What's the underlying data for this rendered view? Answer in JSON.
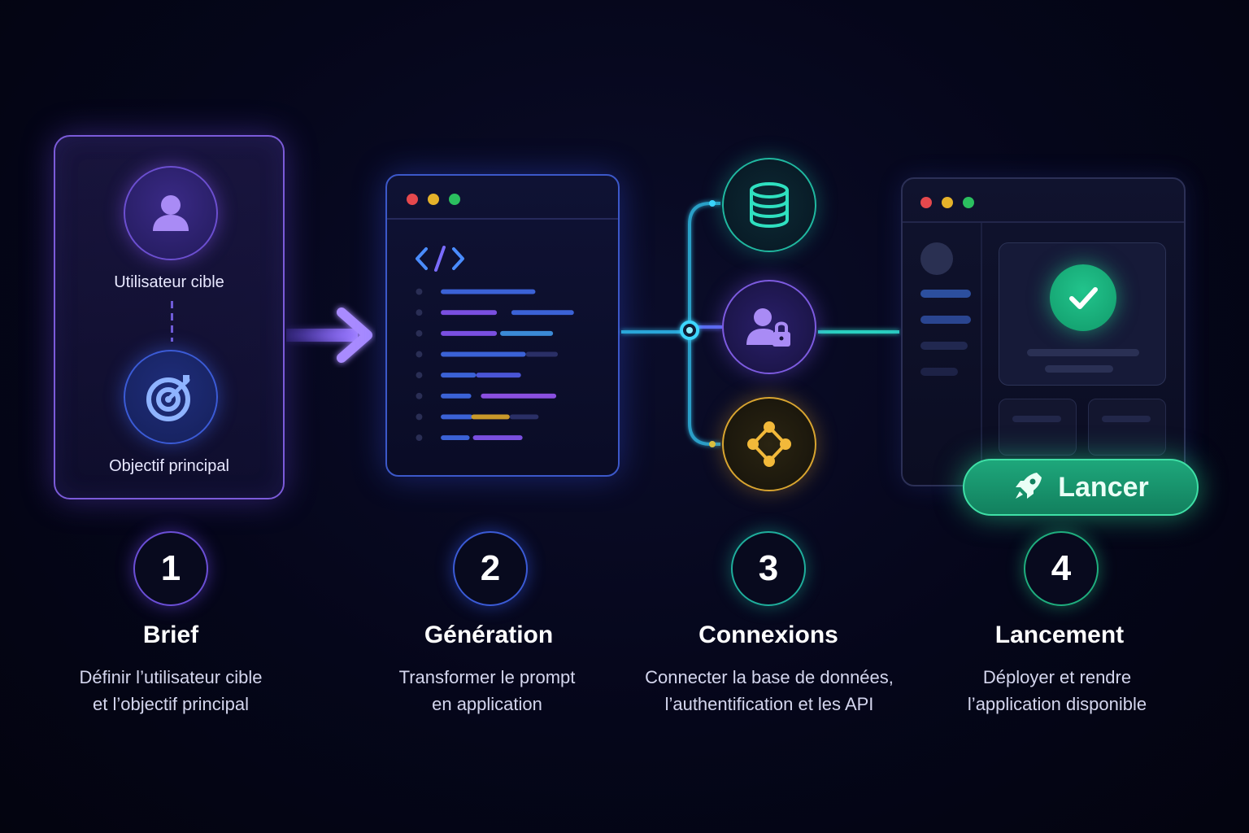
{
  "colors": {
    "purple": "#7b5bd9",
    "blue": "#3c58c9",
    "teal": "#20b8a0",
    "gold": "#d9a530",
    "green": "#1ea77b",
    "dot_red": "#e5484d",
    "dot_yellow": "#e5b22a",
    "dot_green": "#2bbf5f"
  },
  "brief_card": {
    "user_label": "Utilisateur cible",
    "goal_label": "Objectif principal",
    "user_icon": "user-icon",
    "goal_icon": "target-icon"
  },
  "code_window": {
    "tag": "</>",
    "icon": "code-icon"
  },
  "connections": {
    "nodes": [
      "database-icon",
      "user-lock-icon",
      "api-nodes-icon"
    ]
  },
  "app_window": {
    "check_icon": "check-icon",
    "launch_label": "Lancer",
    "launch_icon": "rocket-icon"
  },
  "steps": [
    {
      "number": "1",
      "title": "Brief",
      "desc_line1": "Définir l’utilisateur cible",
      "desc_line2": "et l’objectif principal"
    },
    {
      "number": "2",
      "title": "Génération",
      "desc_line1": "Transformer le prompt",
      "desc_line2": "en application"
    },
    {
      "number": "3",
      "title": "Connexions",
      "desc_line1": "Connecter la base de données,",
      "desc_line2": "l’authentification et les API"
    },
    {
      "number": "4",
      "title": "Lancement",
      "desc_line1": "Déployer et rendre",
      "desc_line2": "l’application disponible"
    }
  ]
}
